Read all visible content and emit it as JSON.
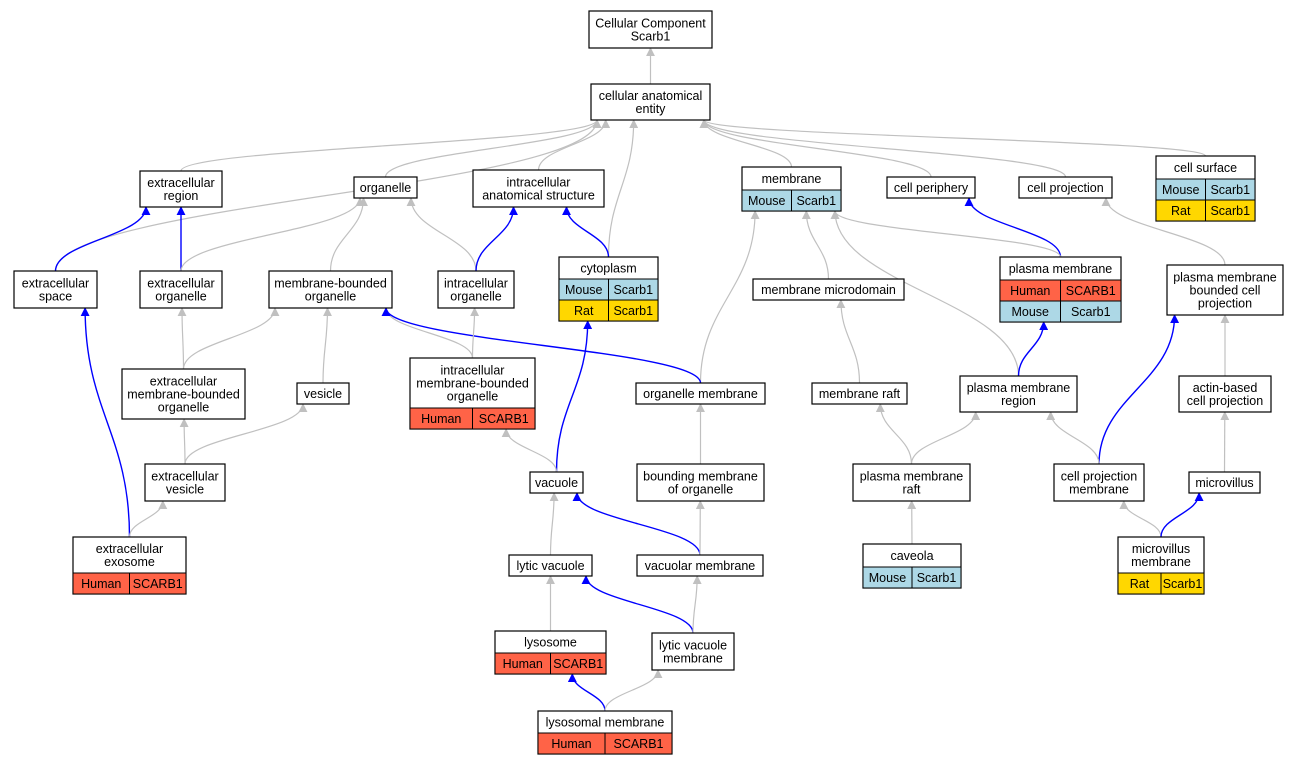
{
  "colors": {
    "Human": "#ff6347",
    "Mouse": "#add8e6",
    "Rat": "#ffd700",
    "relation_gray": "#c0c0c0",
    "relation_blue": "#0000ff"
  },
  "nodes": [
    {
      "id": "root",
      "label": "Cellular Component\nScarb1"
    },
    {
      "id": "cae",
      "label": "cellular anatomical\nentity"
    },
    {
      "id": "extreg",
      "label": "extracellular\nregion"
    },
    {
      "id": "organelle",
      "label": "organelle"
    },
    {
      "id": "ias",
      "label": "intracellular\nanatomical structure"
    },
    {
      "id": "membrane",
      "label": "membrane",
      "rows": [
        [
          "Mouse",
          "Scarb1"
        ]
      ]
    },
    {
      "id": "cellper",
      "label": "cell periphery"
    },
    {
      "id": "cellproj",
      "label": "cell projection"
    },
    {
      "id": "cellsurf",
      "label": "cell surface",
      "rows": [
        [
          "Mouse",
          "Scarb1"
        ],
        [
          "Rat",
          "Scarb1"
        ]
      ]
    },
    {
      "id": "extspace",
      "label": "extracellular\nspace"
    },
    {
      "id": "extorg",
      "label": "extracellular\norganelle"
    },
    {
      "id": "mbo",
      "label": "membrane-bounded\norganelle"
    },
    {
      "id": "intorg",
      "label": "intracellular\norganelle"
    },
    {
      "id": "cytoplasm",
      "label": "cytoplasm",
      "rows": [
        [
          "Mouse",
          "Scarb1"
        ],
        [
          "Rat",
          "Scarb1"
        ]
      ]
    },
    {
      "id": "pm",
      "label": "plasma membrane",
      "rows": [
        [
          "Human",
          "SCARB1"
        ],
        [
          "Mouse",
          "Scarb1"
        ]
      ]
    },
    {
      "id": "pmbcp",
      "label": "plasma membrane\nbounded cell\nprojection"
    },
    {
      "id": "memmicro",
      "label": "membrane microdomain"
    },
    {
      "id": "embo",
      "label": "extracellular\nmembrane-bounded\norganelle"
    },
    {
      "id": "vesicle",
      "label": "vesicle"
    },
    {
      "id": "imbo",
      "label": "intracellular\nmembrane-bounded\norganelle",
      "rows": [
        [
          "Human",
          "SCARB1"
        ]
      ]
    },
    {
      "id": "orgmem",
      "label": "organelle membrane"
    },
    {
      "id": "memraft",
      "label": "membrane raft"
    },
    {
      "id": "pmreg",
      "label": "plasma membrane\nregion"
    },
    {
      "id": "actin",
      "label": "actin-based\ncell projection"
    },
    {
      "id": "extves",
      "label": "extracellular\nvesicle"
    },
    {
      "id": "vacuole",
      "label": "vacuole"
    },
    {
      "id": "bmo",
      "label": "bounding membrane\nof organelle"
    },
    {
      "id": "pmraft",
      "label": "plasma membrane\nraft"
    },
    {
      "id": "cpm",
      "label": "cell projection\nmembrane"
    },
    {
      "id": "microvillus",
      "label": "microvillus"
    },
    {
      "id": "exosome",
      "label": "extracellular\nexosome",
      "rows": [
        [
          "Human",
          "SCARB1"
        ]
      ]
    },
    {
      "id": "caveola",
      "label": "caveola",
      "rows": [
        [
          "Mouse",
          "Scarb1"
        ]
      ]
    },
    {
      "id": "lytvac",
      "label": "lytic vacuole"
    },
    {
      "id": "vacmem",
      "label": "vacuolar membrane"
    },
    {
      "id": "mvmem",
      "label": "microvillus\nmembrane",
      "rows": [
        [
          "Rat",
          "Scarb1"
        ]
      ]
    },
    {
      "id": "lysosome",
      "label": "lysosome",
      "rows": [
        [
          "Human",
          "SCARB1"
        ]
      ]
    },
    {
      "id": "lvm",
      "label": "lytic vacuole\nmembrane"
    },
    {
      "id": "lysmem",
      "label": "lysosomal membrane",
      "rows": [
        [
          "Human",
          "SCARB1"
        ]
      ]
    }
  ],
  "edges": [
    {
      "from": "cae",
      "to": "root",
      "kind": "gray"
    },
    {
      "from": "extspace",
      "to": "cae",
      "kind": "gray"
    },
    {
      "from": "extreg",
      "to": "cae",
      "kind": "gray"
    },
    {
      "from": "organelle",
      "to": "cae",
      "kind": "gray"
    },
    {
      "from": "ias",
      "to": "cae",
      "kind": "gray"
    },
    {
      "from": "cytoplasm",
      "to": "cae",
      "kind": "gray"
    },
    {
      "from": "membrane",
      "to": "cae",
      "kind": "gray"
    },
    {
      "from": "cellper",
      "to": "cae",
      "kind": "gray"
    },
    {
      "from": "cellproj",
      "to": "cae",
      "kind": "gray"
    },
    {
      "from": "cellsurf",
      "to": "cae",
      "kind": "gray"
    },
    {
      "from": "extspace",
      "to": "extreg",
      "kind": "blue"
    },
    {
      "from": "extorg",
      "to": "extreg",
      "kind": "blue"
    },
    {
      "from": "extorg",
      "to": "organelle",
      "kind": "gray"
    },
    {
      "from": "mbo",
      "to": "organelle",
      "kind": "gray"
    },
    {
      "from": "intorg",
      "to": "organelle",
      "kind": "gray"
    },
    {
      "from": "intorg",
      "to": "ias",
      "kind": "blue"
    },
    {
      "from": "cytoplasm",
      "to": "ias",
      "kind": "blue"
    },
    {
      "from": "pm",
      "to": "cellper",
      "kind": "blue"
    },
    {
      "from": "pm",
      "to": "membrane",
      "kind": "gray"
    },
    {
      "from": "memmicro",
      "to": "membrane",
      "kind": "gray"
    },
    {
      "from": "orgmem",
      "to": "membrane",
      "kind": "gray"
    },
    {
      "from": "pmreg",
      "to": "membrane",
      "kind": "gray"
    },
    {
      "from": "pmbcp",
      "to": "cellproj",
      "kind": "gray"
    },
    {
      "from": "embo",
      "to": "extorg",
      "kind": "gray"
    },
    {
      "from": "embo",
      "to": "mbo",
      "kind": "gray"
    },
    {
      "from": "vesicle",
      "to": "mbo",
      "kind": "gray"
    },
    {
      "from": "imbo",
      "to": "mbo",
      "kind": "gray"
    },
    {
      "from": "orgmem",
      "to": "mbo",
      "kind": "blue"
    },
    {
      "from": "imbo",
      "to": "intorg",
      "kind": "gray"
    },
    {
      "from": "vacuole",
      "to": "cytoplasm",
      "kind": "blue"
    },
    {
      "from": "pmreg",
      "to": "pm",
      "kind": "blue"
    },
    {
      "from": "memraft",
      "to": "memmicro",
      "kind": "gray"
    },
    {
      "from": "cpm",
      "to": "pmbcp",
      "kind": "blue"
    },
    {
      "from": "actin",
      "to": "pmbcp",
      "kind": "gray"
    },
    {
      "from": "extves",
      "to": "embo",
      "kind": "gray"
    },
    {
      "from": "extves",
      "to": "vesicle",
      "kind": "gray"
    },
    {
      "from": "vacuole",
      "to": "imbo",
      "kind": "gray"
    },
    {
      "from": "bmo",
      "to": "orgmem",
      "kind": "gray"
    },
    {
      "from": "pmraft",
      "to": "memraft",
      "kind": "gray"
    },
    {
      "from": "pmraft",
      "to": "pmreg",
      "kind": "gray"
    },
    {
      "from": "cpm",
      "to": "pmreg",
      "kind": "gray"
    },
    {
      "from": "microvillus",
      "to": "actin",
      "kind": "gray"
    },
    {
      "from": "exosome",
      "to": "extspace",
      "kind": "blue"
    },
    {
      "from": "exosome",
      "to": "extves",
      "kind": "gray"
    },
    {
      "from": "lytvac",
      "to": "vacuole",
      "kind": "gray"
    },
    {
      "from": "vacmem",
      "to": "vacuole",
      "kind": "blue"
    },
    {
      "from": "vacmem",
      "to": "bmo",
      "kind": "gray"
    },
    {
      "from": "caveola",
      "to": "pmraft",
      "kind": "gray"
    },
    {
      "from": "mvmem",
      "to": "cpm",
      "kind": "gray"
    },
    {
      "from": "mvmem",
      "to": "microvillus",
      "kind": "blue"
    },
    {
      "from": "lysosome",
      "to": "lytvac",
      "kind": "gray"
    },
    {
      "from": "lvm",
      "to": "lytvac",
      "kind": "blue"
    },
    {
      "from": "lvm",
      "to": "vacmem",
      "kind": "gray"
    },
    {
      "from": "lysmem",
      "to": "lysosome",
      "kind": "blue"
    },
    {
      "from": "lysmem",
      "to": "lvm",
      "kind": "gray"
    }
  ]
}
